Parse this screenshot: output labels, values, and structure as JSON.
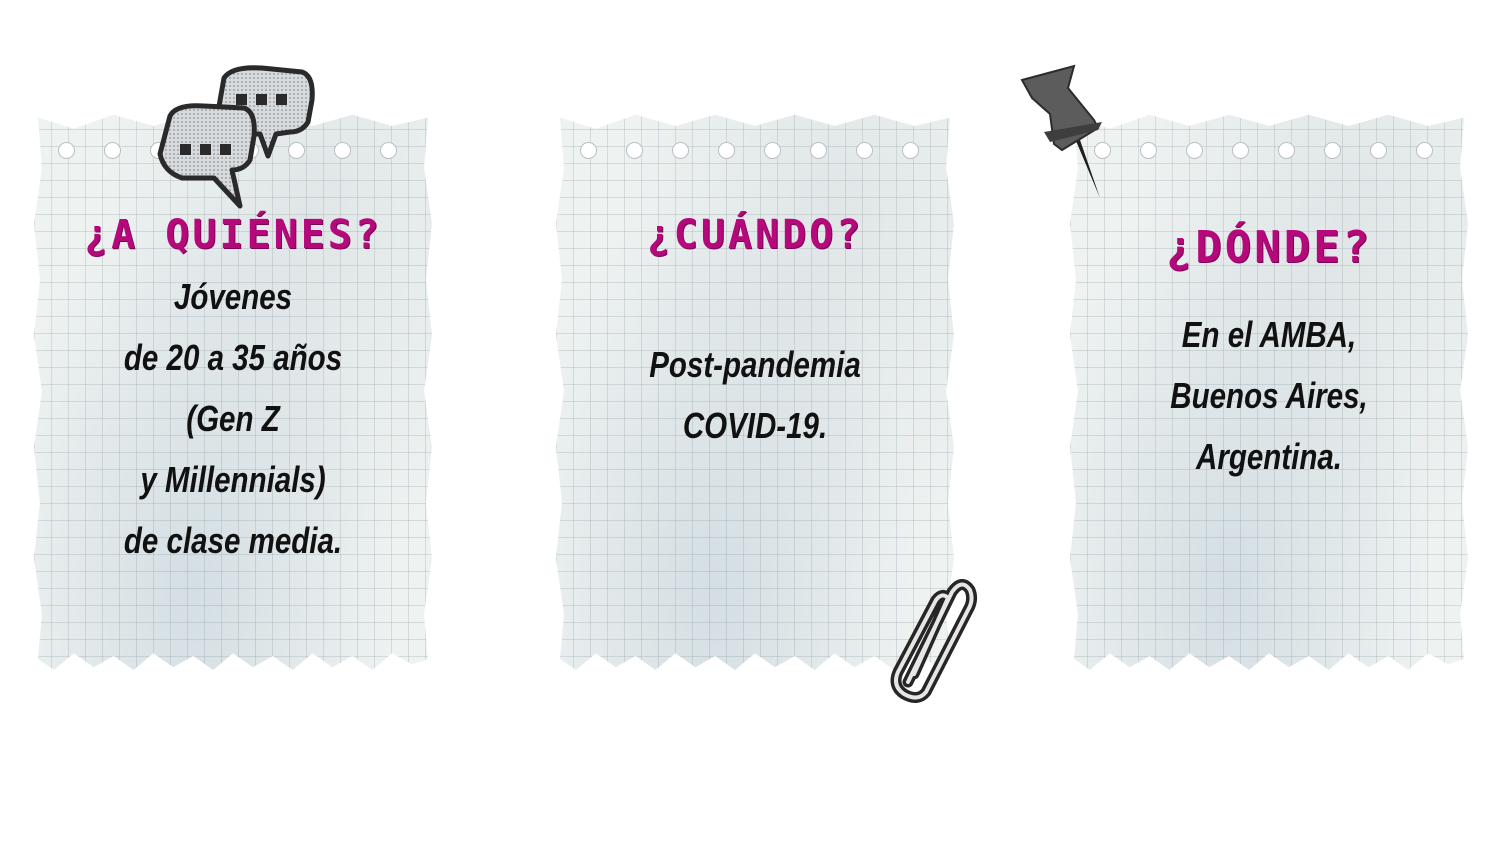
{
  "cards": [
    {
      "title": "¿A QUIÉNES?",
      "lines": [
        "Jóvenes",
        "de 20 a 35 años",
        "(Gen Z",
        "y Millennials)",
        "de clase media."
      ],
      "decoration_icon": "speech-bubbles-icon"
    },
    {
      "title": "¿CUÁNDO?",
      "lines": [
        "Post-pandemia",
        "COVID-19."
      ],
      "decoration_icon": "paperclip-icon"
    },
    {
      "title": "¿DÓNDE?",
      "lines": [
        "En el AMBA,",
        "Buenos Aires,",
        "Argentina."
      ],
      "decoration_icon": "pushpin-icon"
    }
  ],
  "colors": {
    "title": "#b5087a",
    "body": "#111111",
    "paper": "#eef2f1",
    "grid": "#8a979c"
  }
}
